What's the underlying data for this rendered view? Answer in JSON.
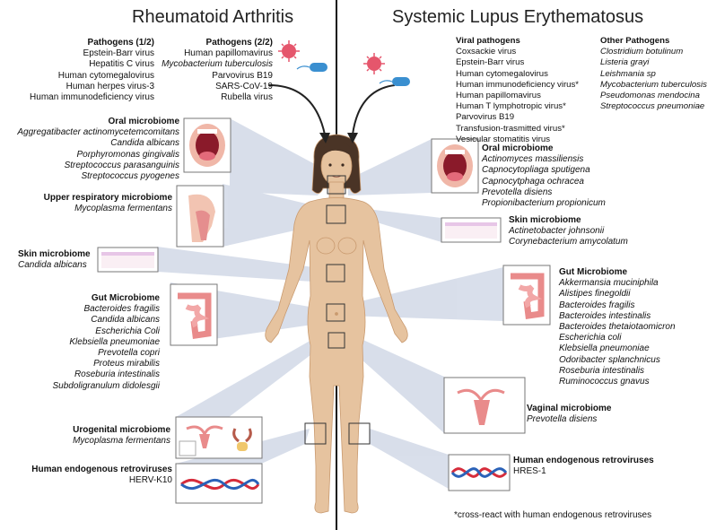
{
  "titles": {
    "left": "Rheumatoid Arthritis",
    "right": "Systemic Lupus Erythematosus"
  },
  "ra": {
    "pathogens1": {
      "title": "Pathogens (1/2)",
      "items": [
        "Epstein-Barr virus",
        "Hepatitis C virus",
        "Human cytomegalovirus",
        "Human herpes virus-3",
        "Human immunodeficiency virus"
      ]
    },
    "pathogens2": {
      "title": "Pathogens (2/2)",
      "items": [
        "Human papillomavirus",
        "Mycobacterium tuberculosis",
        "Parvovirus B19",
        "SARS-CoV-19",
        "Rubella virus"
      ]
    },
    "oral": {
      "title": "Oral microbiome",
      "items": [
        "Aggregatibacter actinomycetemcomitans",
        "Candida albicans",
        "Porphyromonas gingivalis",
        "Streptococcus parasanguinis",
        "Streptococcus pyogenes"
      ]
    },
    "upper_resp": {
      "title": "Upper respiratory microbiome",
      "items": [
        "Mycoplasma fermentans"
      ]
    },
    "skin": {
      "title": "Skin microbiome",
      "items": [
        "Candida albicans"
      ]
    },
    "gut": {
      "title": "Gut Microbiome",
      "items": [
        "Bacteroides fragilis",
        "Candida albicans",
        "Escherichia Coli",
        "Klebsiella pneumoniae",
        "Prevotella copri",
        "Proteus mirabilis",
        "Roseburia intestinalis",
        "Subdoligranulum didolesgii"
      ]
    },
    "urogenital": {
      "title": "Urogenital microbiome",
      "items": [
        "Mycoplasma fermentans"
      ]
    },
    "herv": {
      "title": "Human endogenous retroviruses",
      "items": [
        "HERV-K10"
      ]
    }
  },
  "sle": {
    "viral": {
      "title": "Viral pathogens",
      "items": [
        "Coxsackie virus",
        "Epstein-Barr virus",
        "Human cytomegalovirus",
        "Human immunodeficiency virus*",
        "Human papillomavirus",
        "Human T lymphotropic virus*",
        "Parvovirus B19",
        "Transfusion-trasmitted virus*",
        "Vesicular stomatitis virus"
      ]
    },
    "other": {
      "title": "Other Pathogens",
      "items": [
        "Clostridium botulinum",
        "Listeria grayi",
        "Leishmania sp",
        "Mycobacterium tuberculosis",
        "Pseudomonas mendocina",
        "Streptococcus pneumoniae"
      ]
    },
    "oral": {
      "title": "Oral microbiome",
      "items": [
        "Actinomyces massiliensis",
        "Capnocytopliaga sputigena",
        "Capnocytphaga ochracea",
        "Prevotella disiens",
        "Propionibacterium propionicum"
      ]
    },
    "skin": {
      "title": "Skin microbiome",
      "items": [
        "Actinetobacter johnsonii",
        "Corynebacterium amycolatum"
      ]
    },
    "gut": {
      "title": "Gut Microbiome",
      "items": [
        "Akkermansia muciniphila",
        "Alistipes finegoldii",
        "Bacteroides fragilis",
        "Bacteroides intestinalis",
        "Bacteroides thetaiotaomicron",
        "Escherichia coli",
        "Klebsiella pneumoniae",
        "Odoribacter splanchnicus",
        "Roseburia intestinalis",
        "Ruminococcus gnavus"
      ]
    },
    "vaginal": {
      "title": "Vaginal microbiome",
      "items": [
        "Prevotella disiens"
      ]
    },
    "herv": {
      "title": "Human endogenous retroviruses",
      "items": [
        "HRES-1"
      ]
    }
  },
  "footnote": "*cross-react with  human endogenous retroviruses",
  "colors": {
    "skin": "#e6c39f",
    "skin_dark": "#d7ae87",
    "hair": "#4a3426",
    "beam": "#cfd7e6",
    "virus": "#e5566c",
    "bacteria": "#3a8fd0",
    "divider": "#111111",
    "dna_red": "#d62c3b",
    "dna_blue": "#2b62b8"
  }
}
